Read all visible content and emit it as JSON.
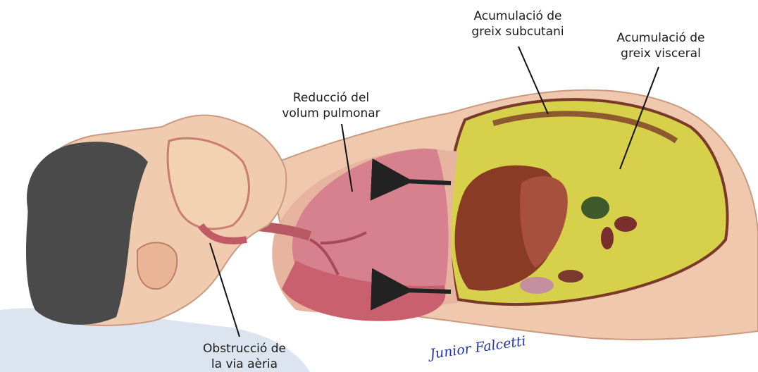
{
  "labels": {
    "subcutaneous_fat": [
      "Acumulació de",
      "greix subcutani"
    ],
    "visceral_fat": [
      "Acumulació de",
      "greix visceral"
    ],
    "lung_volume": [
      "Reducció del",
      "volum pulmonar"
    ],
    "airway_obstruction": [
      "Obstrucció de",
      "la via aèria"
    ]
  },
  "signature": "Junior Falcetti",
  "colors": {
    "skin": "#f0cbb0",
    "hair": "#4a4a4a",
    "lung": "#d7808e",
    "fat": "#d7d24a",
    "liver": "#8a3b25",
    "pillow": "#d8e3f0"
  }
}
